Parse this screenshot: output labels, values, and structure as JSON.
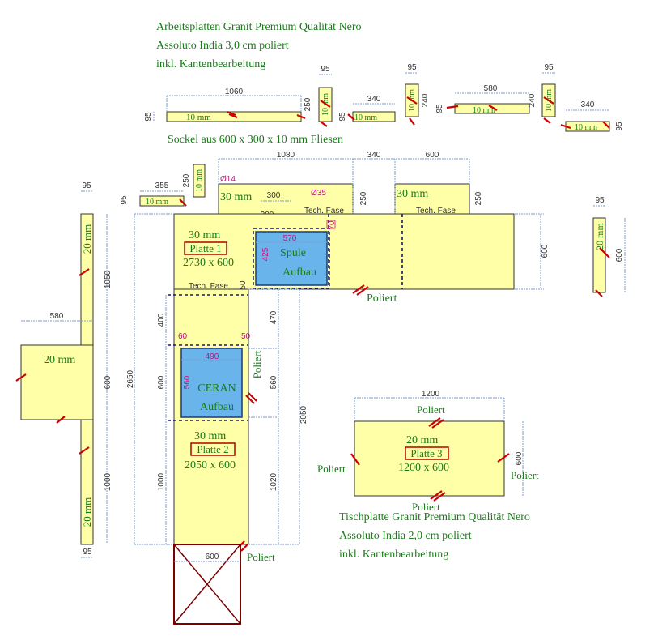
{
  "notes": {
    "top": [
      "Arbeitsplatten Granit Premium Qualität Nero",
      "Assoluto India 3,0 cm poliert",
      "inkl. Kantenbearbeitung"
    ],
    "sockel": "Sockel aus 600 x 300 x 10 mm Fliesen",
    "bottom": [
      "Tischplatte Granit Premium Qualität Nero",
      "Assoluto India 2,0 cm poliert",
      "inkl. Kantenbearbeitung"
    ]
  },
  "strips": {
    "ten_mm": "10 mm",
    "twenty_mm": "20 mm",
    "d1060": "1060",
    "d95": "95",
    "d250": "250",
    "d340": "340",
    "d240": "240",
    "d580": "580",
    "d355": "355"
  },
  "platte1": {
    "thickness": "30 mm",
    "name": "Platte 1",
    "size": "2730 x 600",
    "tech_fase": "Tech. Fase",
    "d1080": "1080",
    "d340": "340",
    "d600": "600",
    "d250": "250",
    "d300": "300",
    "d200": "200",
    "d14": "Ø14",
    "d35": "Ø35",
    "d70": "70",
    "d50": "50",
    "poliert": "Poliert"
  },
  "spule": {
    "label_1": "Spule",
    "label_2": "Aufbau",
    "width": "570",
    "height": "425"
  },
  "ceran": {
    "label_1": "CERAN",
    "label_2": "Aufbau",
    "width": "490",
    "height": "560",
    "left": "60",
    "right": "50"
  },
  "platte2": {
    "thickness": "30 mm",
    "name": "Platte 2",
    "size": "2050 x 600",
    "d2650": "2650",
    "d2050": "2050",
    "d400": "400",
    "d470": "470",
    "d600": "600",
    "d560": "560",
    "d1000": "1000",
    "d1020": "1020",
    "poliert": "Poliert",
    "bottom_width": "600"
  },
  "side": {
    "d95": "95",
    "d1050": "1050",
    "d600": "600",
    "d1000": "1000",
    "d580": "580"
  },
  "platte3": {
    "thickness": "20 mm",
    "name": "Platte 3",
    "size": "1200 x 600",
    "width": "1200",
    "height": "600",
    "poliert": "Poliert"
  },
  "colors": {
    "panel": "#ffffa8",
    "sink": "#6ab4ec",
    "dim_line": "#7a9ccf",
    "text_green": "#1a7a1a",
    "dim_magenta": "#c0157a",
    "mark_red": "#cc0000",
    "label_box": "#b00000",
    "cross": "#7a0000"
  }
}
